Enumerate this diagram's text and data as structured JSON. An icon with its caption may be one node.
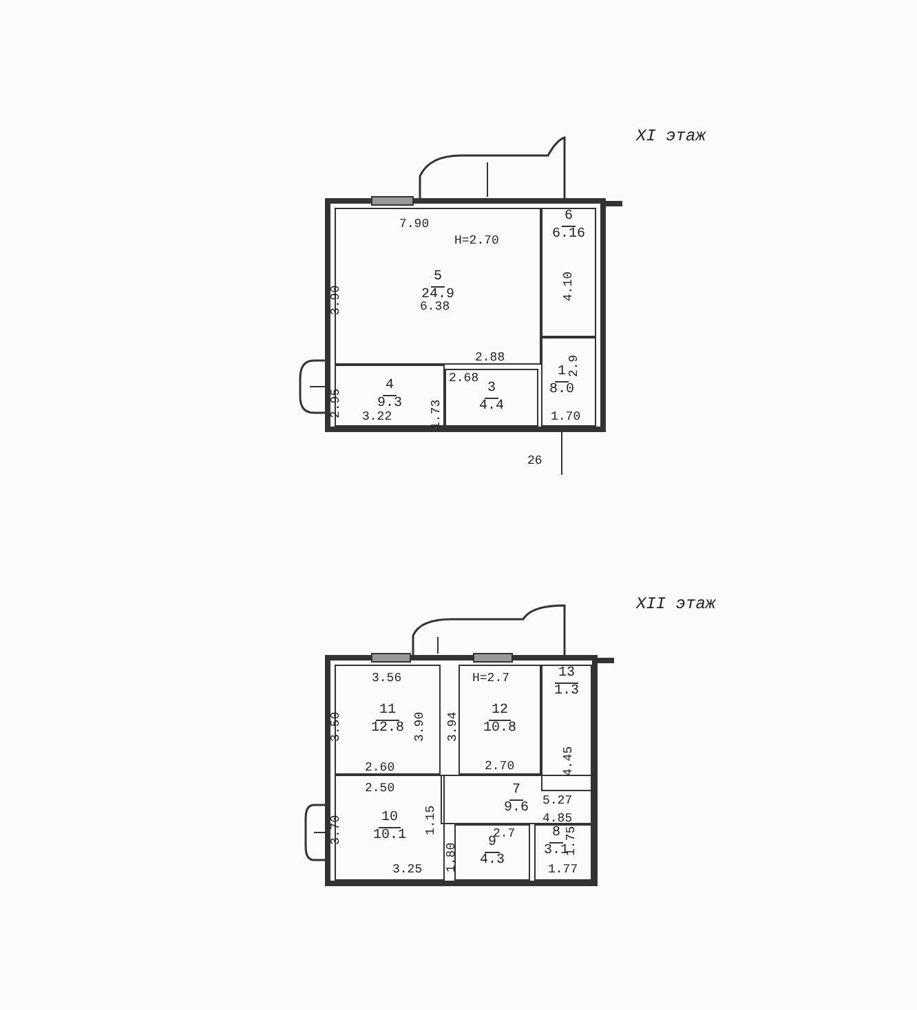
{
  "diagram": {
    "nodes": [
      {
        "text": [
          "5",
          "24.9"
        ]
      },
      {
        "text": [
          "6",
          "6.16"
        ]
      },
      {
        "text": [
          "4",
          "9.3"
        ]
      },
      {
        "text": [
          "3",
          "4.4"
        ]
      },
      {
        "text": [
          "1",
          "8.0"
        ]
      },
      {
        "text": [
          "11",
          "12.8"
        ]
      },
      {
        "text": [
          "12",
          "10.8"
        ]
      },
      {
        "text": [
          "13",
          "1.3"
        ]
      },
      {
        "text": [
          "10",
          "10.1"
        ]
      },
      {
        "text": [
          "7",
          "9.6"
        ]
      },
      {
        "text": [
          "9",
          "4.3"
        ]
      },
      {
        "text": [
          "8",
          "3.1"
        ]
      }
    ],
    "labels": [
      "XI этаж",
      "7.90",
      "H=2.70",
      "3.90",
      "6.38",
      "4.10",
      "2.88",
      "2.68",
      "2.9",
      "2.95",
      "1.73",
      "3.22",
      "1.70",
      "26",
      "XII этаж",
      "3.56",
      "H=2.7",
      "3.50",
      "3.90",
      "3.94",
      "2.60",
      "2.50",
      "2.70",
      "5.27",
      "3.70",
      "4.45",
      "1.15",
      "1.80",
      "2.7",
      "4.85",
      "1.75",
      "3.25",
      "1.77"
    ]
  }
}
